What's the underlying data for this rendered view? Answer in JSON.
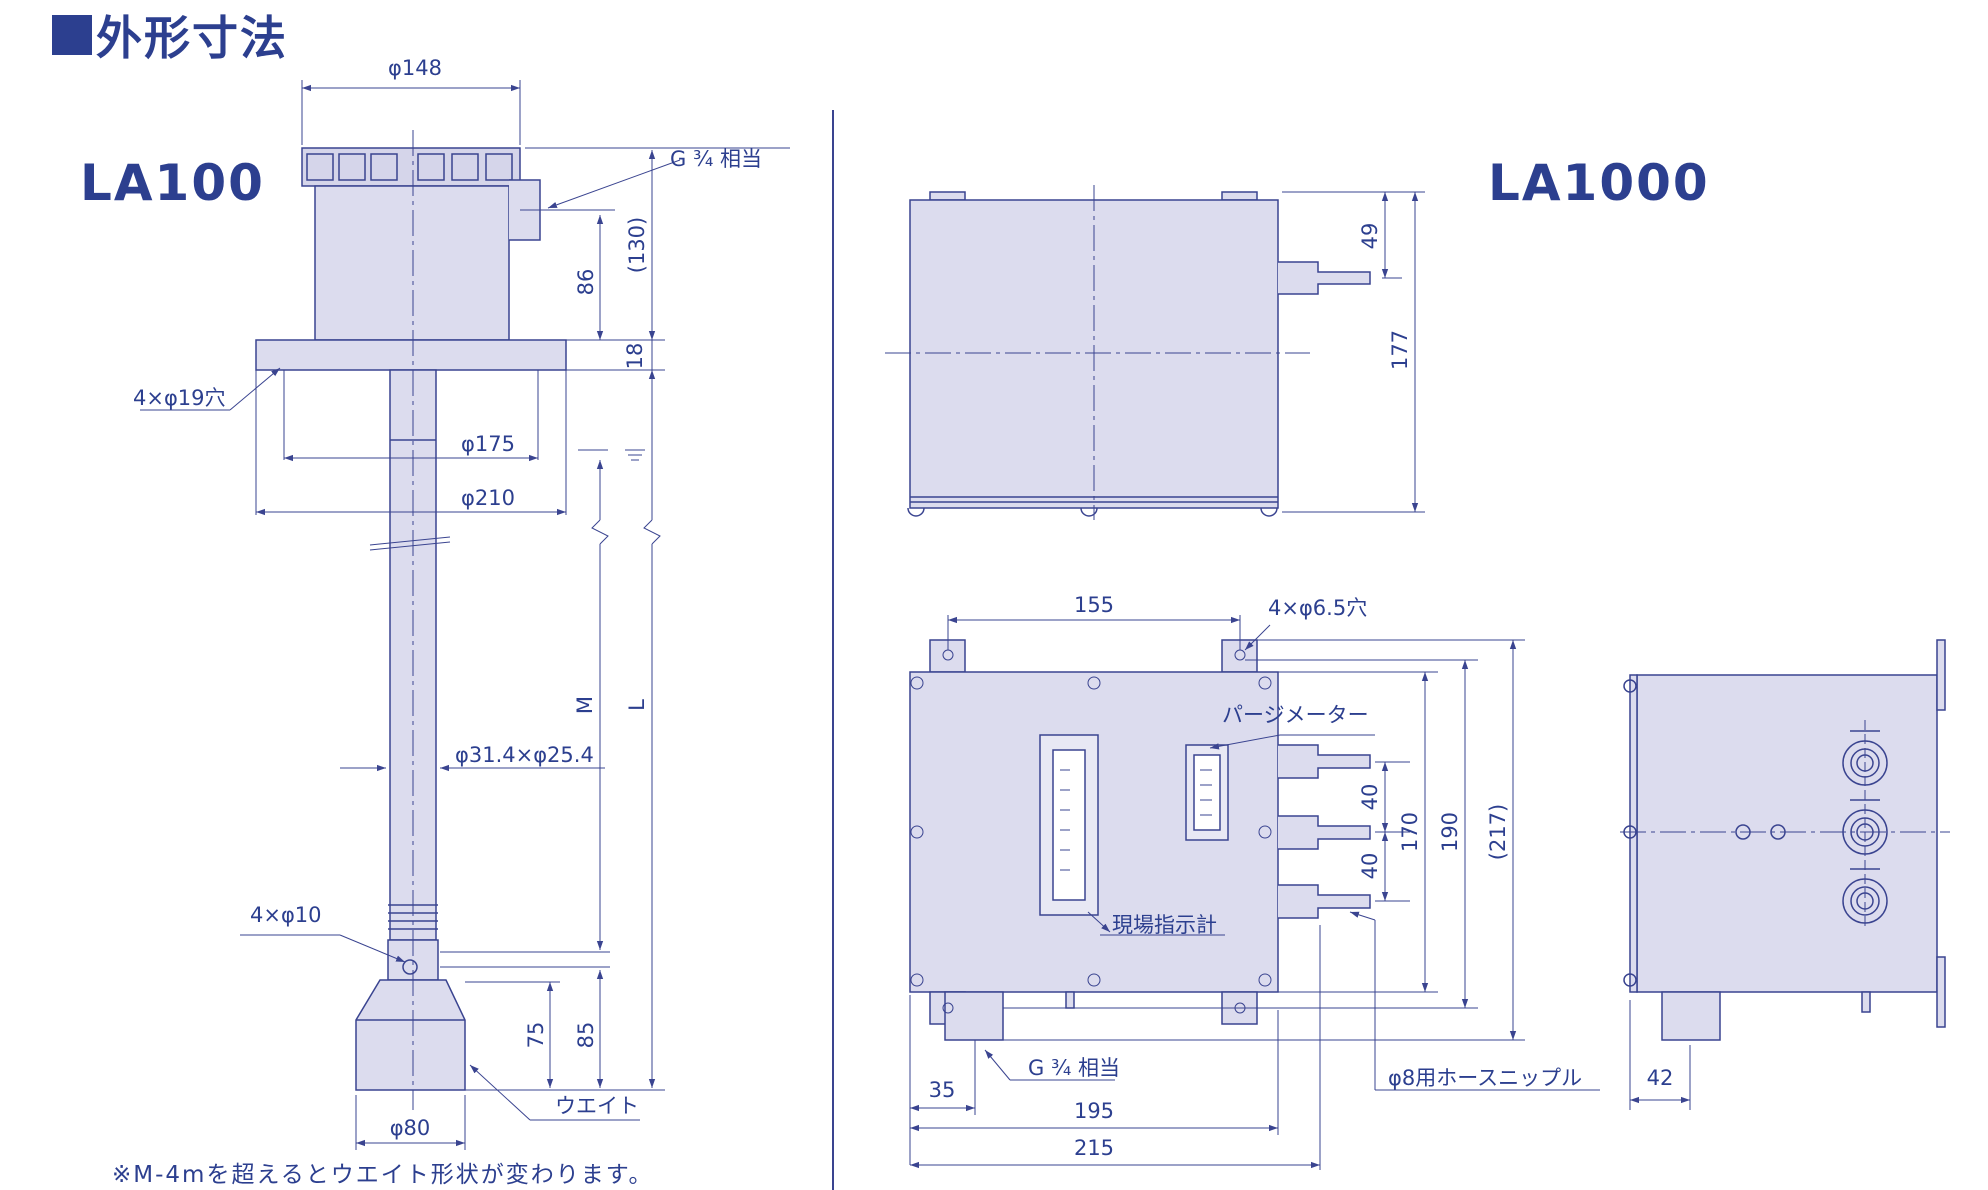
{
  "page_title": "外形寸法",
  "footnote": "※M-4mを超えるとウエイト形状が変わります。",
  "colors": {
    "navy": "#2c3f8f",
    "body_fill": "#dcdcee",
    "line": "#3a4490"
  },
  "la100": {
    "model": "LA100",
    "dims": {
      "phi148": "φ148",
      "g34": "G ¾ 相当",
      "d86": "86",
      "d130": "(130)",
      "d18": "18",
      "holes19": "4×φ19穴",
      "phi175": "φ175",
      "phi210": "φ210",
      "M": "M",
      "L": "L",
      "pipe": "φ31.4×φ25.4",
      "holes10": "4×φ10",
      "d75": "75",
      "d85": "85",
      "weight": "ウエイト",
      "phi80": "φ80"
    }
  },
  "la1000": {
    "model": "LA1000",
    "dims": {
      "d49": "49",
      "d177": "177",
      "d155": "155",
      "holes65": "4×φ6.5穴",
      "purge_meter": "パージメーター",
      "d40a": "40",
      "d40b": "40",
      "d170": "170",
      "d190": "190",
      "d217": "(217)",
      "local_indicator": "現場指示計",
      "g34": "G ¾ 相当",
      "hose": "φ8用ホースニップル",
      "d35": "35",
      "d195": "195",
      "d215": "215",
      "d42": "42"
    }
  }
}
